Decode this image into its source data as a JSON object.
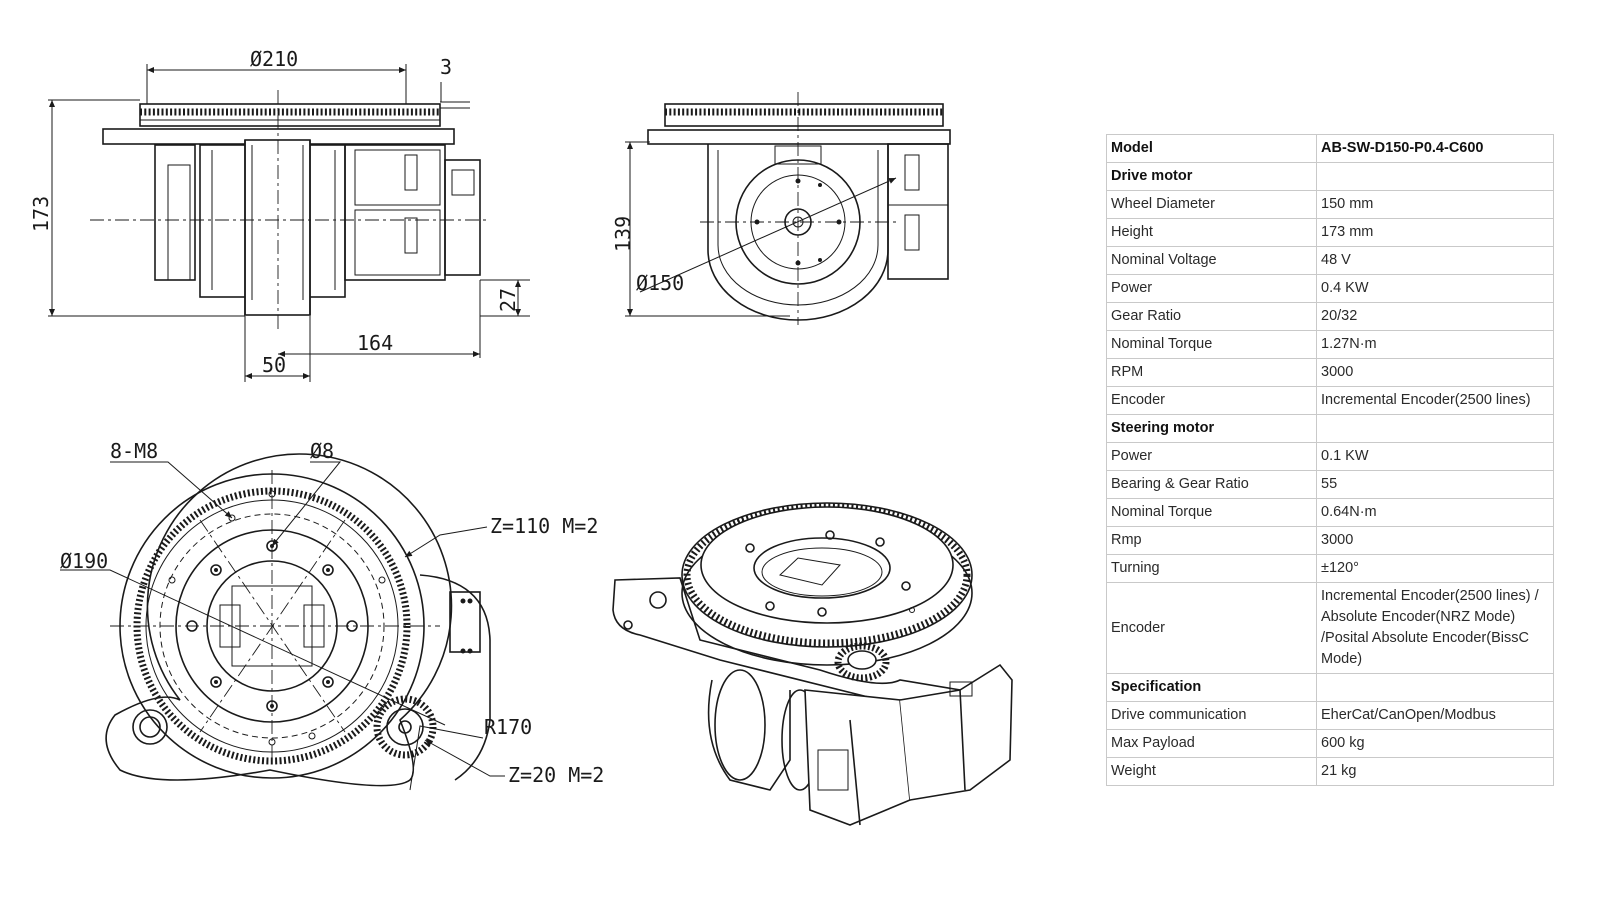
{
  "drawings": {
    "front_view": {
      "dims": {
        "d210": "Ø210",
        "h3": "3",
        "h173": "173",
        "h27": "27",
        "w164": "164",
        "w50": "50"
      }
    },
    "side_view": {
      "dims": {
        "h139": "139",
        "d150": "Ø150"
      }
    },
    "top_view": {
      "dims": {
        "bolts": "8-M8",
        "d8": "Ø8",
        "d190": "Ø190",
        "ring_gear": "Z=110 M=2",
        "r170": "R170",
        "pinion": "Z=20 M=2"
      }
    },
    "iso_view": {}
  },
  "spec_table": {
    "rows": [
      {
        "label": "Model",
        "value": "AB-SW-D150-P0.4-C600",
        "header": true
      },
      {
        "label": "Drive motor",
        "value": "",
        "header": true
      },
      {
        "label": "Wheel Diameter",
        "value": "150 mm"
      },
      {
        "label": "Height",
        "value": "173 mm"
      },
      {
        "label": "Nominal Voltage",
        "value": "48 V"
      },
      {
        "label": "Power",
        "value": "0.4 KW"
      },
      {
        "label": "Gear Ratio",
        "value": "20/32"
      },
      {
        "label": "Nominal Torque",
        "value": "1.27N·m"
      },
      {
        "label": "RPM",
        "value": "3000"
      },
      {
        "label": "Encoder",
        "value": "Incremental Encoder(2500 lines)"
      },
      {
        "label": "Steering motor",
        "value": "",
        "header": true
      },
      {
        "label": "Power",
        "value": "0.1 KW"
      },
      {
        "label": "Bearing & Gear Ratio",
        "value": "55"
      },
      {
        "label": "Nominal Torque",
        "value": "0.64N·m"
      },
      {
        "label": "Rmp",
        "value": "3000"
      },
      {
        "label": "Turning",
        "value": "±120°"
      },
      {
        "label": "Encoder",
        "value": "Incremental Encoder(2500 lines) / Absolute Encoder(NRZ Mode) /Posital Absolute Encoder(BissC Mode)",
        "tall": true
      },
      {
        "label": "Specification",
        "value": "",
        "header": true
      },
      {
        "label": "Drive communication",
        "value": "EherCat/CanOpen/Modbus"
      },
      {
        "label": "Max Payload",
        "value": "600 kg"
      },
      {
        "label": "Weight",
        "value": "21 kg"
      }
    ]
  }
}
